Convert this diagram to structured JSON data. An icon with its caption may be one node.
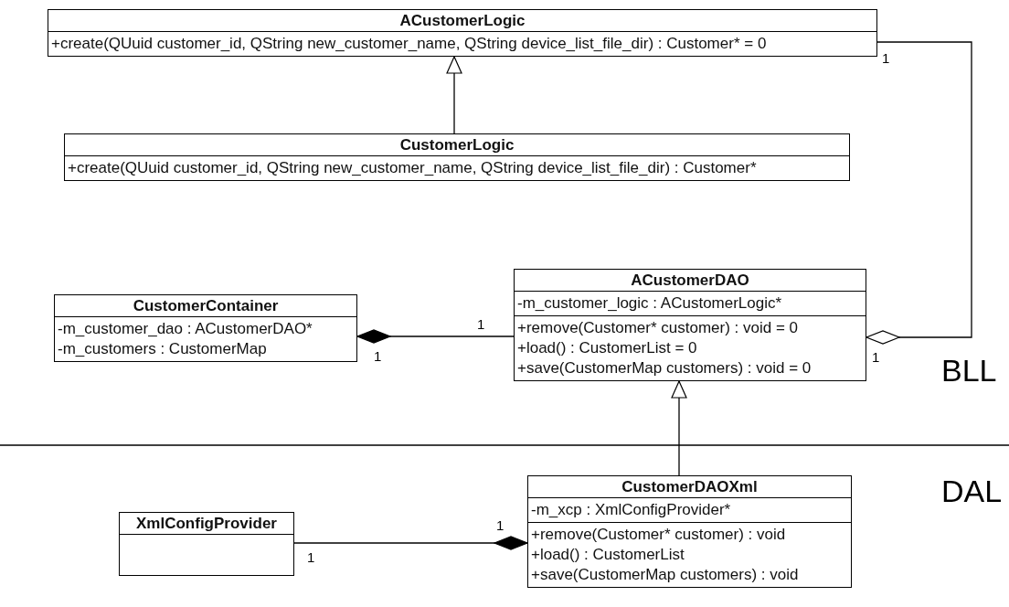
{
  "diagram": {
    "nodes": [
      {
        "text": [
          "ACustomerLogic",
          "+create(QUuid customer_id, QString new_customer_name, QString device_list_file_dir) : Customer* = 0"
        ]
      },
      {
        "text": [
          "CustomerLogic",
          "+create(QUuid customer_id, QString new_customer_name, QString device_list_file_dir) : Customer*"
        ]
      },
      {
        "text": [
          "CustomerContainer",
          "-m_customer_dao : ACustomerDAO*",
          "-m_customers : CustomerMap"
        ]
      },
      {
        "text": [
          "ACustomerDAO",
          "-m_customer_logic : ACustomerLogic*",
          "+remove(Customer* customer) : void = 0",
          "+load() : CustomerList = 0",
          "+save(CustomerMap customers) : void = 0"
        ]
      },
      {
        "text": [
          "CustomerDAOXml",
          "-m_xcp : XmlConfigProvider*",
          "+remove(Customer* customer) : void",
          "+load() : CustomerList",
          "+save(CustomerMap customers) : void"
        ]
      },
      {
        "text": [
          "XmlConfigProvider"
        ]
      }
    ],
    "edges": [
      {
        "from": 1,
        "to": 0,
        "arrow": "to"
      },
      {
        "from": 3,
        "to": 0,
        "arrow": "other"
      },
      {
        "from": 2,
        "to": 3,
        "arrow": "other"
      },
      {
        "from": 4,
        "to": 3,
        "arrow": "to"
      },
      {
        "from": 4,
        "to": 5,
        "arrow": "other"
      }
    ],
    "labels": [
      "1",
      "1",
      "1",
      "1",
      "BLL",
      "1",
      "1",
      "DAL"
    ]
  }
}
